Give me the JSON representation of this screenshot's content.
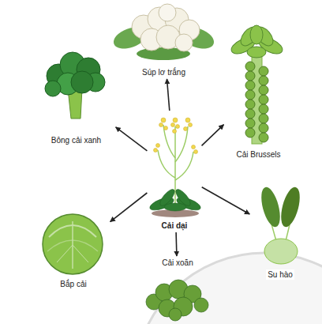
{
  "diagram": {
    "nodes": [
      {
        "text": [
          "Súp lơ trắng"
        ]
      },
      {
        "text": [
          "Bông cải xanh"
        ]
      },
      {
        "text": [
          "Cải Brussels"
        ]
      },
      {
        "text": [
          "Cải dại"
        ]
      },
      {
        "text": [
          "Bắp cải"
        ]
      },
      {
        "text": [
          "Su hào"
        ]
      },
      {
        "text": [
          "Cải xoăn"
        ]
      }
    ],
    "edges": [
      {
        "from": 3,
        "to": 0,
        "arrow": "to"
      },
      {
        "from": 3,
        "to": 1,
        "arrow": "to"
      },
      {
        "from": 3,
        "to": 2,
        "arrow": "to"
      },
      {
        "from": 3,
        "to": 4,
        "arrow": "to"
      },
      {
        "from": 3,
        "to": 5,
        "arrow": "to"
      },
      {
        "from": 3,
        "to": 6,
        "arrow": "to"
      }
    ]
  }
}
